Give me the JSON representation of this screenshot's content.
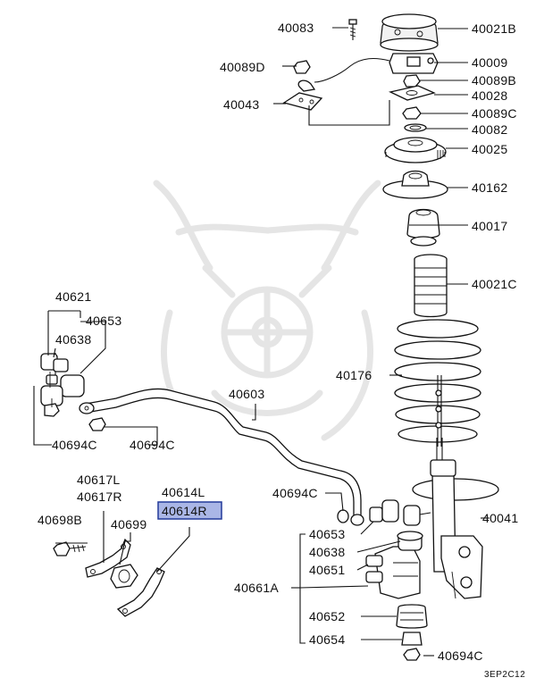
{
  "diagram": {
    "labels": {
      "p40083": "40083",
      "p40021B": "40021B",
      "p40089D": "40089D",
      "p40009": "40009",
      "p40089B": "40089B",
      "p40043": "40043",
      "p40028": "40028",
      "p40089C": "40089C",
      "p40082": "40082",
      "p40025": "40025",
      "p40162": "40162",
      "p40017": "40017",
      "p40021C": "40021C",
      "p40621": "40621",
      "p40653_top": "40653",
      "p40638_top": "40638",
      "p40176": "40176",
      "p40603": "40603",
      "p40694C_left": "40694C",
      "p40694C_mid": "40694C",
      "p40617L": "40617L",
      "p40617R": "40617R",
      "p40614L": "40614L",
      "p40614R": "40614R",
      "p40698B": "40698B",
      "p40699": "40699",
      "p40694C_right": "40694C",
      "p40653_bot": "40653",
      "p40638_bot": "40638",
      "p40651": "40651",
      "p40661A": "40661A",
      "p40652": "40652",
      "p40654": "40654",
      "p40694C_bottom": "40694C",
      "p40041": "40041"
    },
    "highlighted_part": "40614R",
    "highlight_color": "#aab6e6",
    "diagram_code": "3EP2C12"
  }
}
